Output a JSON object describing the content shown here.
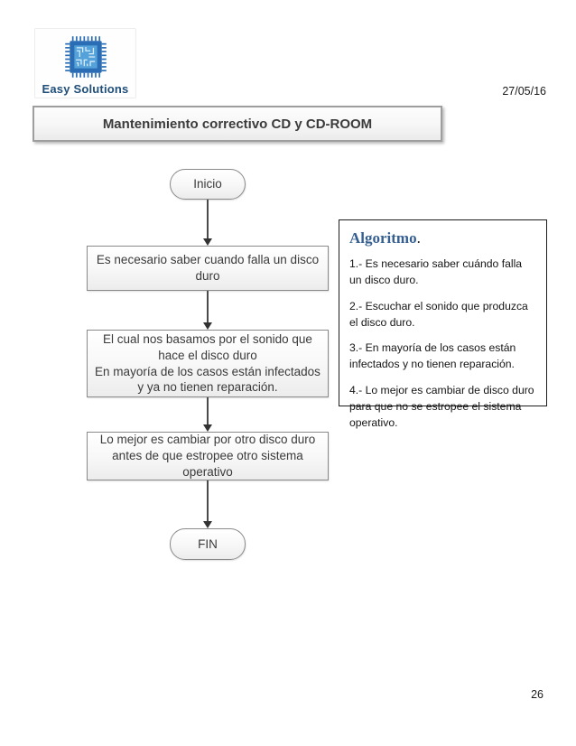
{
  "logo": {
    "name": "Easy Solutions",
    "icon": "microchip-icon"
  },
  "header": {
    "date": "27/05/16"
  },
  "title_banner": {
    "text": "Mantenimiento correctivo CD y CD-ROOM"
  },
  "flowchart": {
    "start_label": "Inicio",
    "end_label": "FIN",
    "steps": [
      {
        "lines": [
          "Es necesario saber cuando falla un disco duro"
        ]
      },
      {
        "lines": [
          "El cual nos basamos por el sonido que hace el disco duro",
          "En mayoría de los casos están infectados y ya no tienen reparación."
        ]
      },
      {
        "lines": [
          "Lo mejor es cambiar por otro disco duro antes de que estropee otro sistema operativo"
        ]
      }
    ]
  },
  "algorithm_panel": {
    "heading": "Algoritmo",
    "heading_suffix": ".",
    "items": [
      "1.- Es necesario saber cuándo falla un disco duro.",
      "2.- Escuchar el sonido que produzca el disco duro.",
      "3.- En mayoría de los casos están infectados y no tienen reparación.",
      "4.- Lo mejor es cambiar de disco duro para que no se estropee el sistema operativo."
    ]
  },
  "footer": {
    "page_number": "26"
  },
  "colors": {
    "logo_frame_blue": "#2a6db5",
    "logo_die_blue": "#54a2d9",
    "logo_text_blue": "#1f4e7a",
    "heading_blue": "#365f91",
    "box_border_gray": "#8a8a8a",
    "text_dark_gray": "#3a3a3a"
  }
}
